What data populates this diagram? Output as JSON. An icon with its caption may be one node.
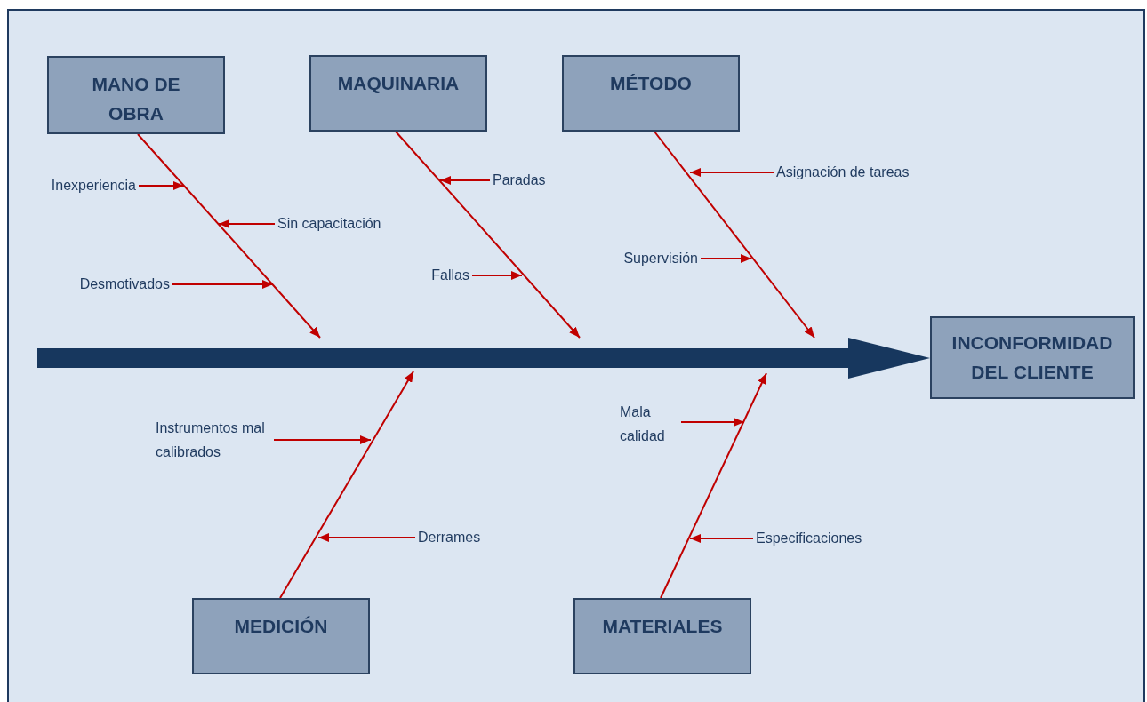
{
  "diagram": {
    "nodes": [
      {
        "text": [
          "MANO DE OBRA"
        ]
      },
      {
        "text": [
          "MAQUINARIA"
        ]
      },
      {
        "text": [
          "MÉTODO"
        ]
      },
      {
        "text": [
          "INCONFORMIDAD DEL CLIENTE"
        ]
      },
      {
        "text": [
          "MEDICIÓN"
        ]
      },
      {
        "text": [
          "MATERIALES"
        ]
      },
      {
        "text": [
          "Inexperiencia"
        ]
      },
      {
        "text": [
          "Sin capacitación"
        ]
      },
      {
        "text": [
          "Desmotivados"
        ]
      },
      {
        "text": [
          "Paradas"
        ]
      },
      {
        "text": [
          "Fallas"
        ]
      },
      {
        "text": [
          "Asignación de tareas"
        ]
      },
      {
        "text": [
          "Supervisión"
        ]
      },
      {
        "text": [
          "Instrumentos mal calibrados"
        ]
      },
      {
        "text": [
          "Derrames"
        ]
      },
      {
        "text": [
          "Mala calidad"
        ]
      },
      {
        "text": [
          "Especificaciones"
        ]
      }
    ],
    "edges": [
      {
        "from": null,
        "to": 3,
        "arrow": "to",
        "style": "thick",
        "color": "#17375e"
      },
      {
        "from": 0,
        "to": null,
        "arrow": "to"
      },
      {
        "from": 1,
        "to": null,
        "arrow": "to"
      },
      {
        "from": 2,
        "to": null,
        "arrow": "to"
      },
      {
        "from": 4,
        "to": null,
        "arrow": "to"
      },
      {
        "from": 5,
        "to": null,
        "arrow": "to"
      },
      {
        "from": 6,
        "to": null,
        "arrow": "to"
      },
      {
        "from": 7,
        "to": null,
        "arrow": "to"
      },
      {
        "from": 8,
        "to": null,
        "arrow": "to"
      },
      {
        "from": 9,
        "to": null,
        "arrow": "to"
      },
      {
        "from": 10,
        "to": null,
        "arrow": "to"
      },
      {
        "from": 11,
        "to": null,
        "arrow": "to"
      },
      {
        "from": 12,
        "to": null,
        "arrow": "to"
      },
      {
        "from": 13,
        "to": null,
        "arrow": "to"
      },
      {
        "from": 14,
        "to": null,
        "arrow": "to"
      },
      {
        "from": 15,
        "to": null,
        "arrow": "to"
      },
      {
        "from": 16,
        "to": null,
        "arrow": "to"
      }
    ]
  }
}
